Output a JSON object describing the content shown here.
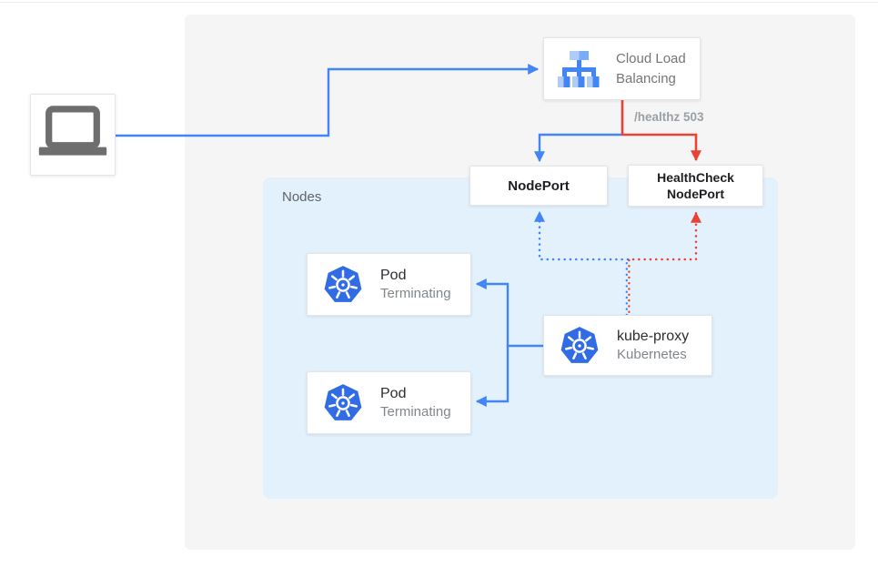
{
  "colors": {
    "blue": "#4285f4",
    "red": "#ea4335",
    "panel": "#f5f5f6",
    "nodes_bg": "#e3f1fd",
    "text_dark": "#2b2e33",
    "text_gray": "#80868b",
    "label_gray": "#9aa0a6",
    "k8s_blue": "#326ce5"
  },
  "diagram": {
    "nodes_label": "Nodes",
    "healthz_label": "/healthz 503",
    "clb": {
      "line1": "Cloud Load",
      "line2": "Balancing"
    },
    "nodeport": {
      "label": "NodePort"
    },
    "healthcheck_nodeport": {
      "line1": "HealthCheck",
      "line2": "NodePort"
    },
    "pod1": {
      "title": "Pod",
      "subtitle": "Terminating"
    },
    "pod2": {
      "title": "Pod",
      "subtitle": "Terminating"
    },
    "kube_proxy": {
      "title": "kube-proxy",
      "subtitle": "Kubernetes"
    }
  }
}
